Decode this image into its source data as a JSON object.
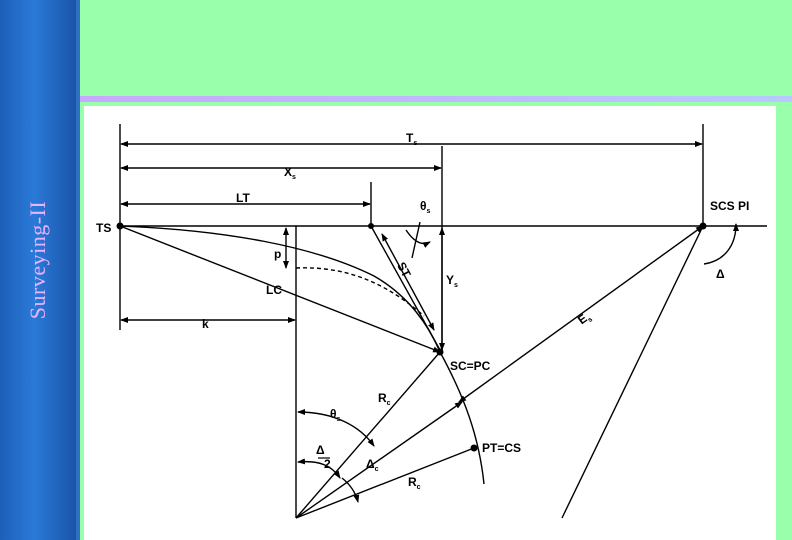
{
  "sidebar": {
    "title": "Surveying-II"
  },
  "diagram": {
    "labels": {
      "ts": "TS",
      "tp": "T",
      "tp_sub": "s",
      "xs": "X",
      "xs_sub": "s",
      "lt": "LT",
      "theta_s": "θ",
      "theta_s_sub": "s",
      "scs_pi": "SCS  PI",
      "p": "p",
      "lc": "LC",
      "st": "ST",
      "ys": "Y",
      "ys_sub": "s",
      "delta": "Δ",
      "k": "k",
      "es": "E",
      "es_sub": "s",
      "sc_pc": "SC=PC",
      "rc1": "R",
      "rc1_sub": "c",
      "theta_s2": "θ",
      "theta_s2_sub": "s",
      "pt_cs": "PT=CS",
      "delta_half": "Δ",
      "two": "2",
      "delta_c": "Δ",
      "delta_c_sub": "c",
      "rc2": "R",
      "rc2_sub": "c"
    }
  }
}
